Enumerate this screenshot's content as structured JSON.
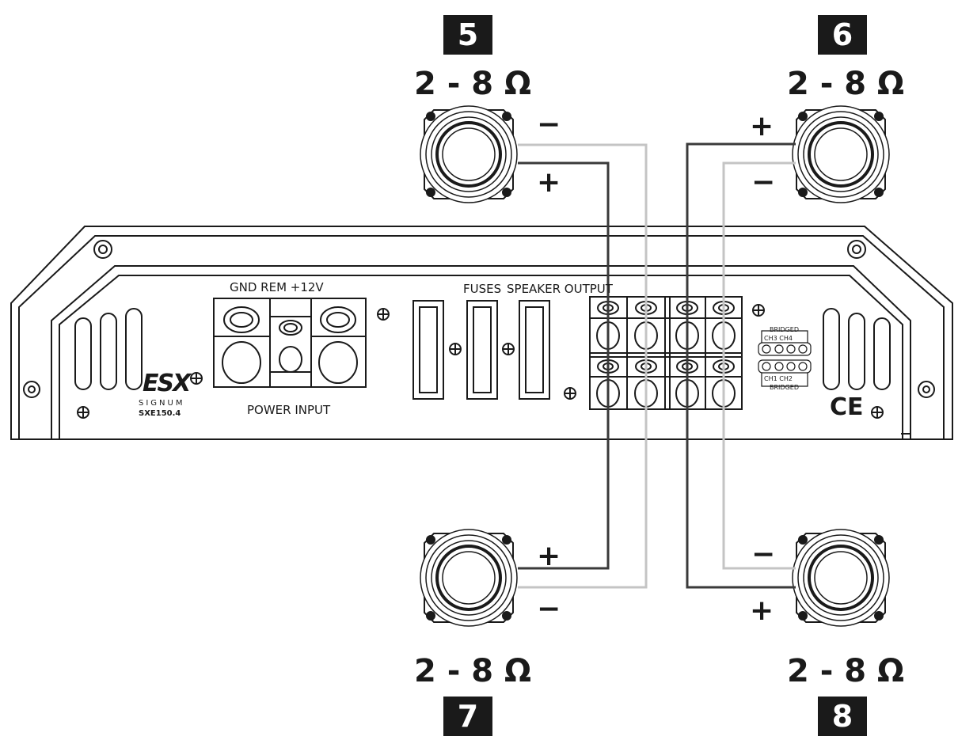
{
  "speakers": [
    {
      "number": "5",
      "impedance": "2 - 8 Ω",
      "plus": "+",
      "minus": "−"
    },
    {
      "number": "6",
      "impedance": "2 - 8 Ω",
      "plus": "+",
      "minus": "−"
    },
    {
      "number": "7",
      "impedance": "2 - 8 Ω",
      "plus": "+",
      "minus": "−"
    },
    {
      "number": "8",
      "impedance": "2 - 8 Ω",
      "plus": "+",
      "minus": "−"
    }
  ],
  "amplifier": {
    "power_terminal_label": "GND REM +12V",
    "power_input_label": "POWER INPUT",
    "fuses_label": "FUSES",
    "speaker_output_label": "SPEAKER OUTPUT",
    "brand_logo": "ESX",
    "brand_line": "SIGNUM",
    "model": "SXE150.4",
    "ce_mark": "CE",
    "bridged_top": "BRIDGED",
    "ch_top": "CH3 CH4",
    "ch_bottom": "CH1 CH2",
    "bridged_bottom": "BRIDGED"
  },
  "colors": {
    "ink": "#1a1a1a",
    "wire_dark": "#3a3a3a",
    "wire_light": "#c4c4c4",
    "badge_bg": "#1a1a1a",
    "badge_text": "#ffffff"
  }
}
